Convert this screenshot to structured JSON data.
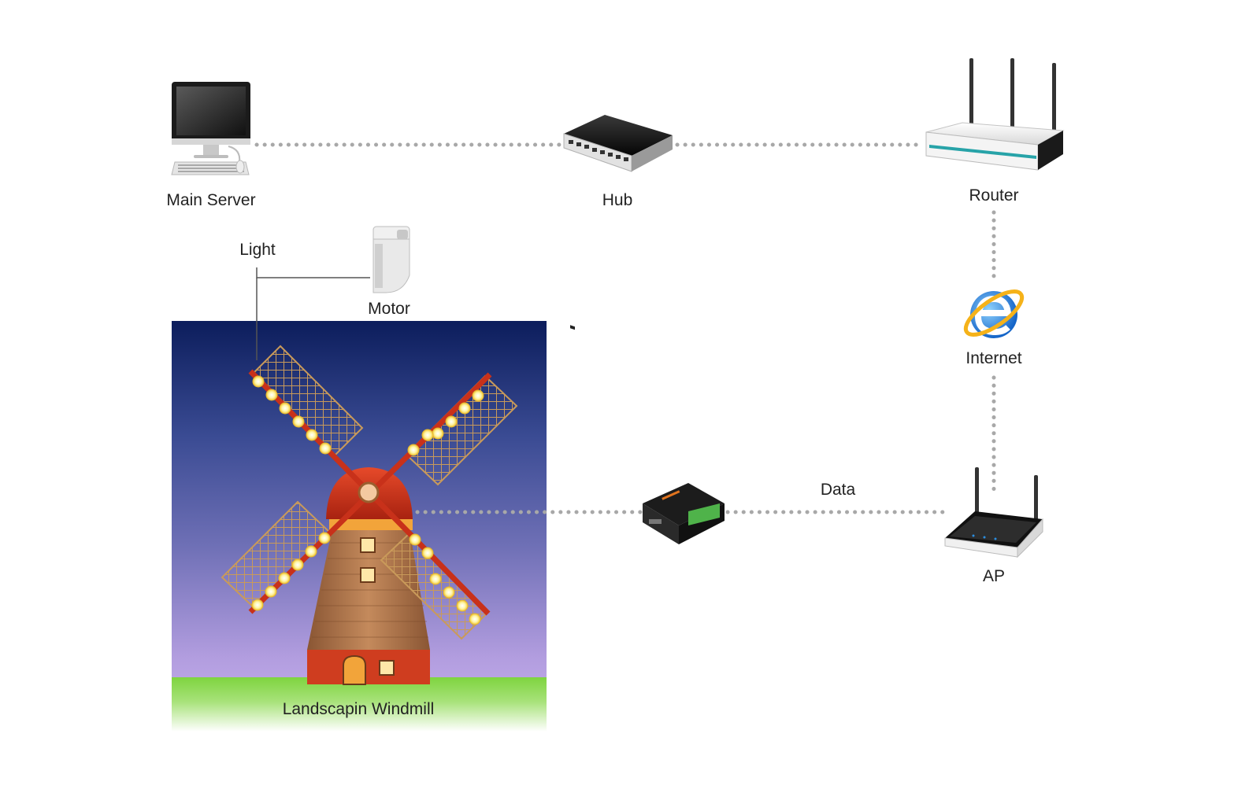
{
  "nodes": {
    "main_server": "Main Server",
    "hub": "Hub",
    "router": "Router",
    "internet": "Internet",
    "light": "Light",
    "motor": "Motor",
    "windmill": "Landscapin Windmill",
    "ap": "AP"
  },
  "edges": {
    "data_label": "Data"
  },
  "colors": {
    "connector": "#a8a8a8",
    "sky_top": "#0c1d5c",
    "sky_bottom": "#c9b3f0",
    "grass": "#7ed43f",
    "windmill_roof": "#d2381f",
    "windmill_body": "#a86c44"
  }
}
